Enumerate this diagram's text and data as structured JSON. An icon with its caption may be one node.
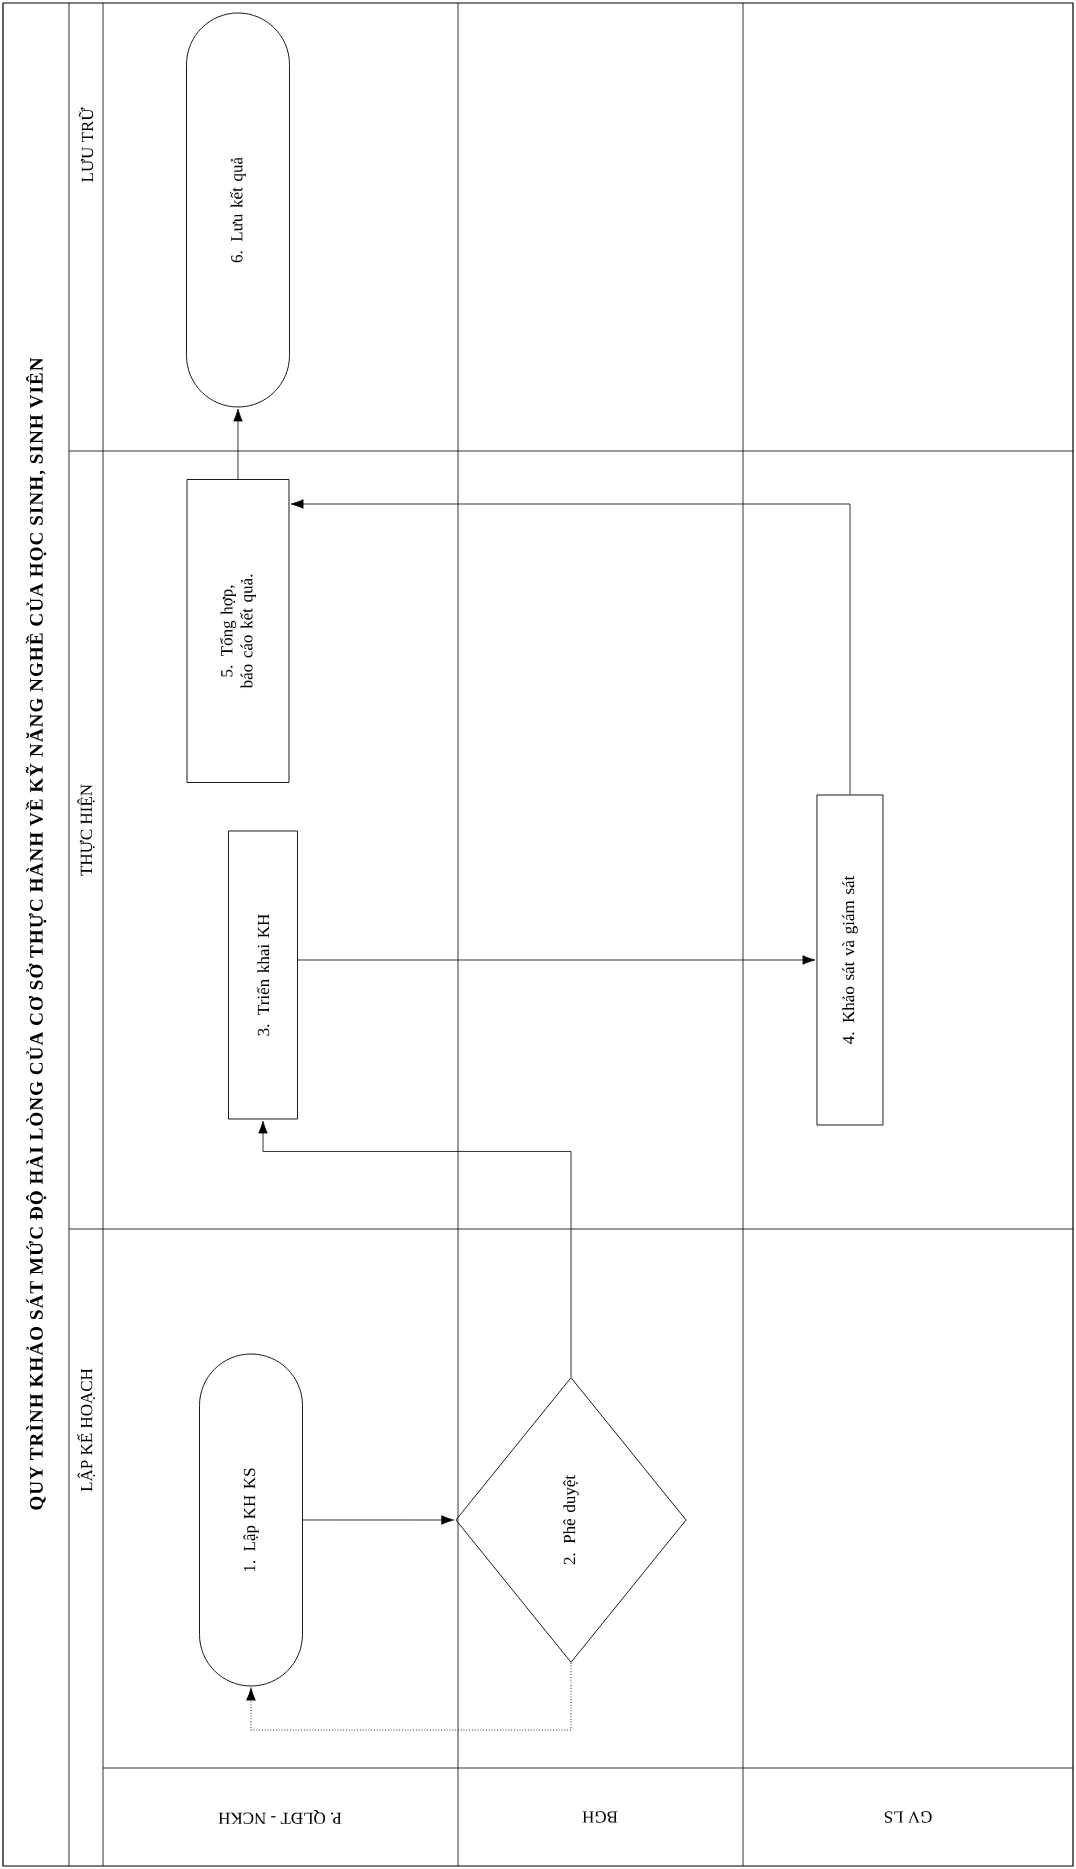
{
  "diagram": {
    "title": "QUY TRÌNH KHẢO SÁT MỨC ĐỘ HÀI LÒNG CỦA CƠ SỞ THỰC HÀNH VỀ KỸ NĂNG NGHỀ CỦA HỌC SINH, SINH VIÊN",
    "nodes": [
      {
        "text": [
          "1. Lập KH KS"
        ]
      },
      {
        "text": [
          "2. Phê duyệt"
        ]
      },
      {
        "text": [
          "3. Triển khai KH"
        ]
      },
      {
        "text": [
          "4. Khảo sát và giám sát"
        ]
      },
      {
        "text": [
          "5. Tổng hợp, báo cáo kết quả."
        ]
      },
      {
        "text": [
          "6. Lưu kết quả"
        ]
      }
    ],
    "edges": [
      {
        "from": 0,
        "to": 1,
        "arrow": "to"
      },
      {
        "from": 1,
        "to": 0,
        "arrow": "to",
        "style": "dashed"
      },
      {
        "from": 1,
        "to": 2,
        "arrow": "to"
      },
      {
        "from": 2,
        "to": 3,
        "arrow": "to"
      },
      {
        "from": 3,
        "to": 4,
        "arrow": "to"
      },
      {
        "from": 4,
        "to": 5,
        "arrow": "to"
      }
    ],
    "labels": [
      "LẬP KẾ HOẠCH",
      "THỰC HIỆN",
      "LƯU TRỮ",
      "P. QLĐT - NCKH",
      "BGH",
      "GV LS"
    ]
  }
}
